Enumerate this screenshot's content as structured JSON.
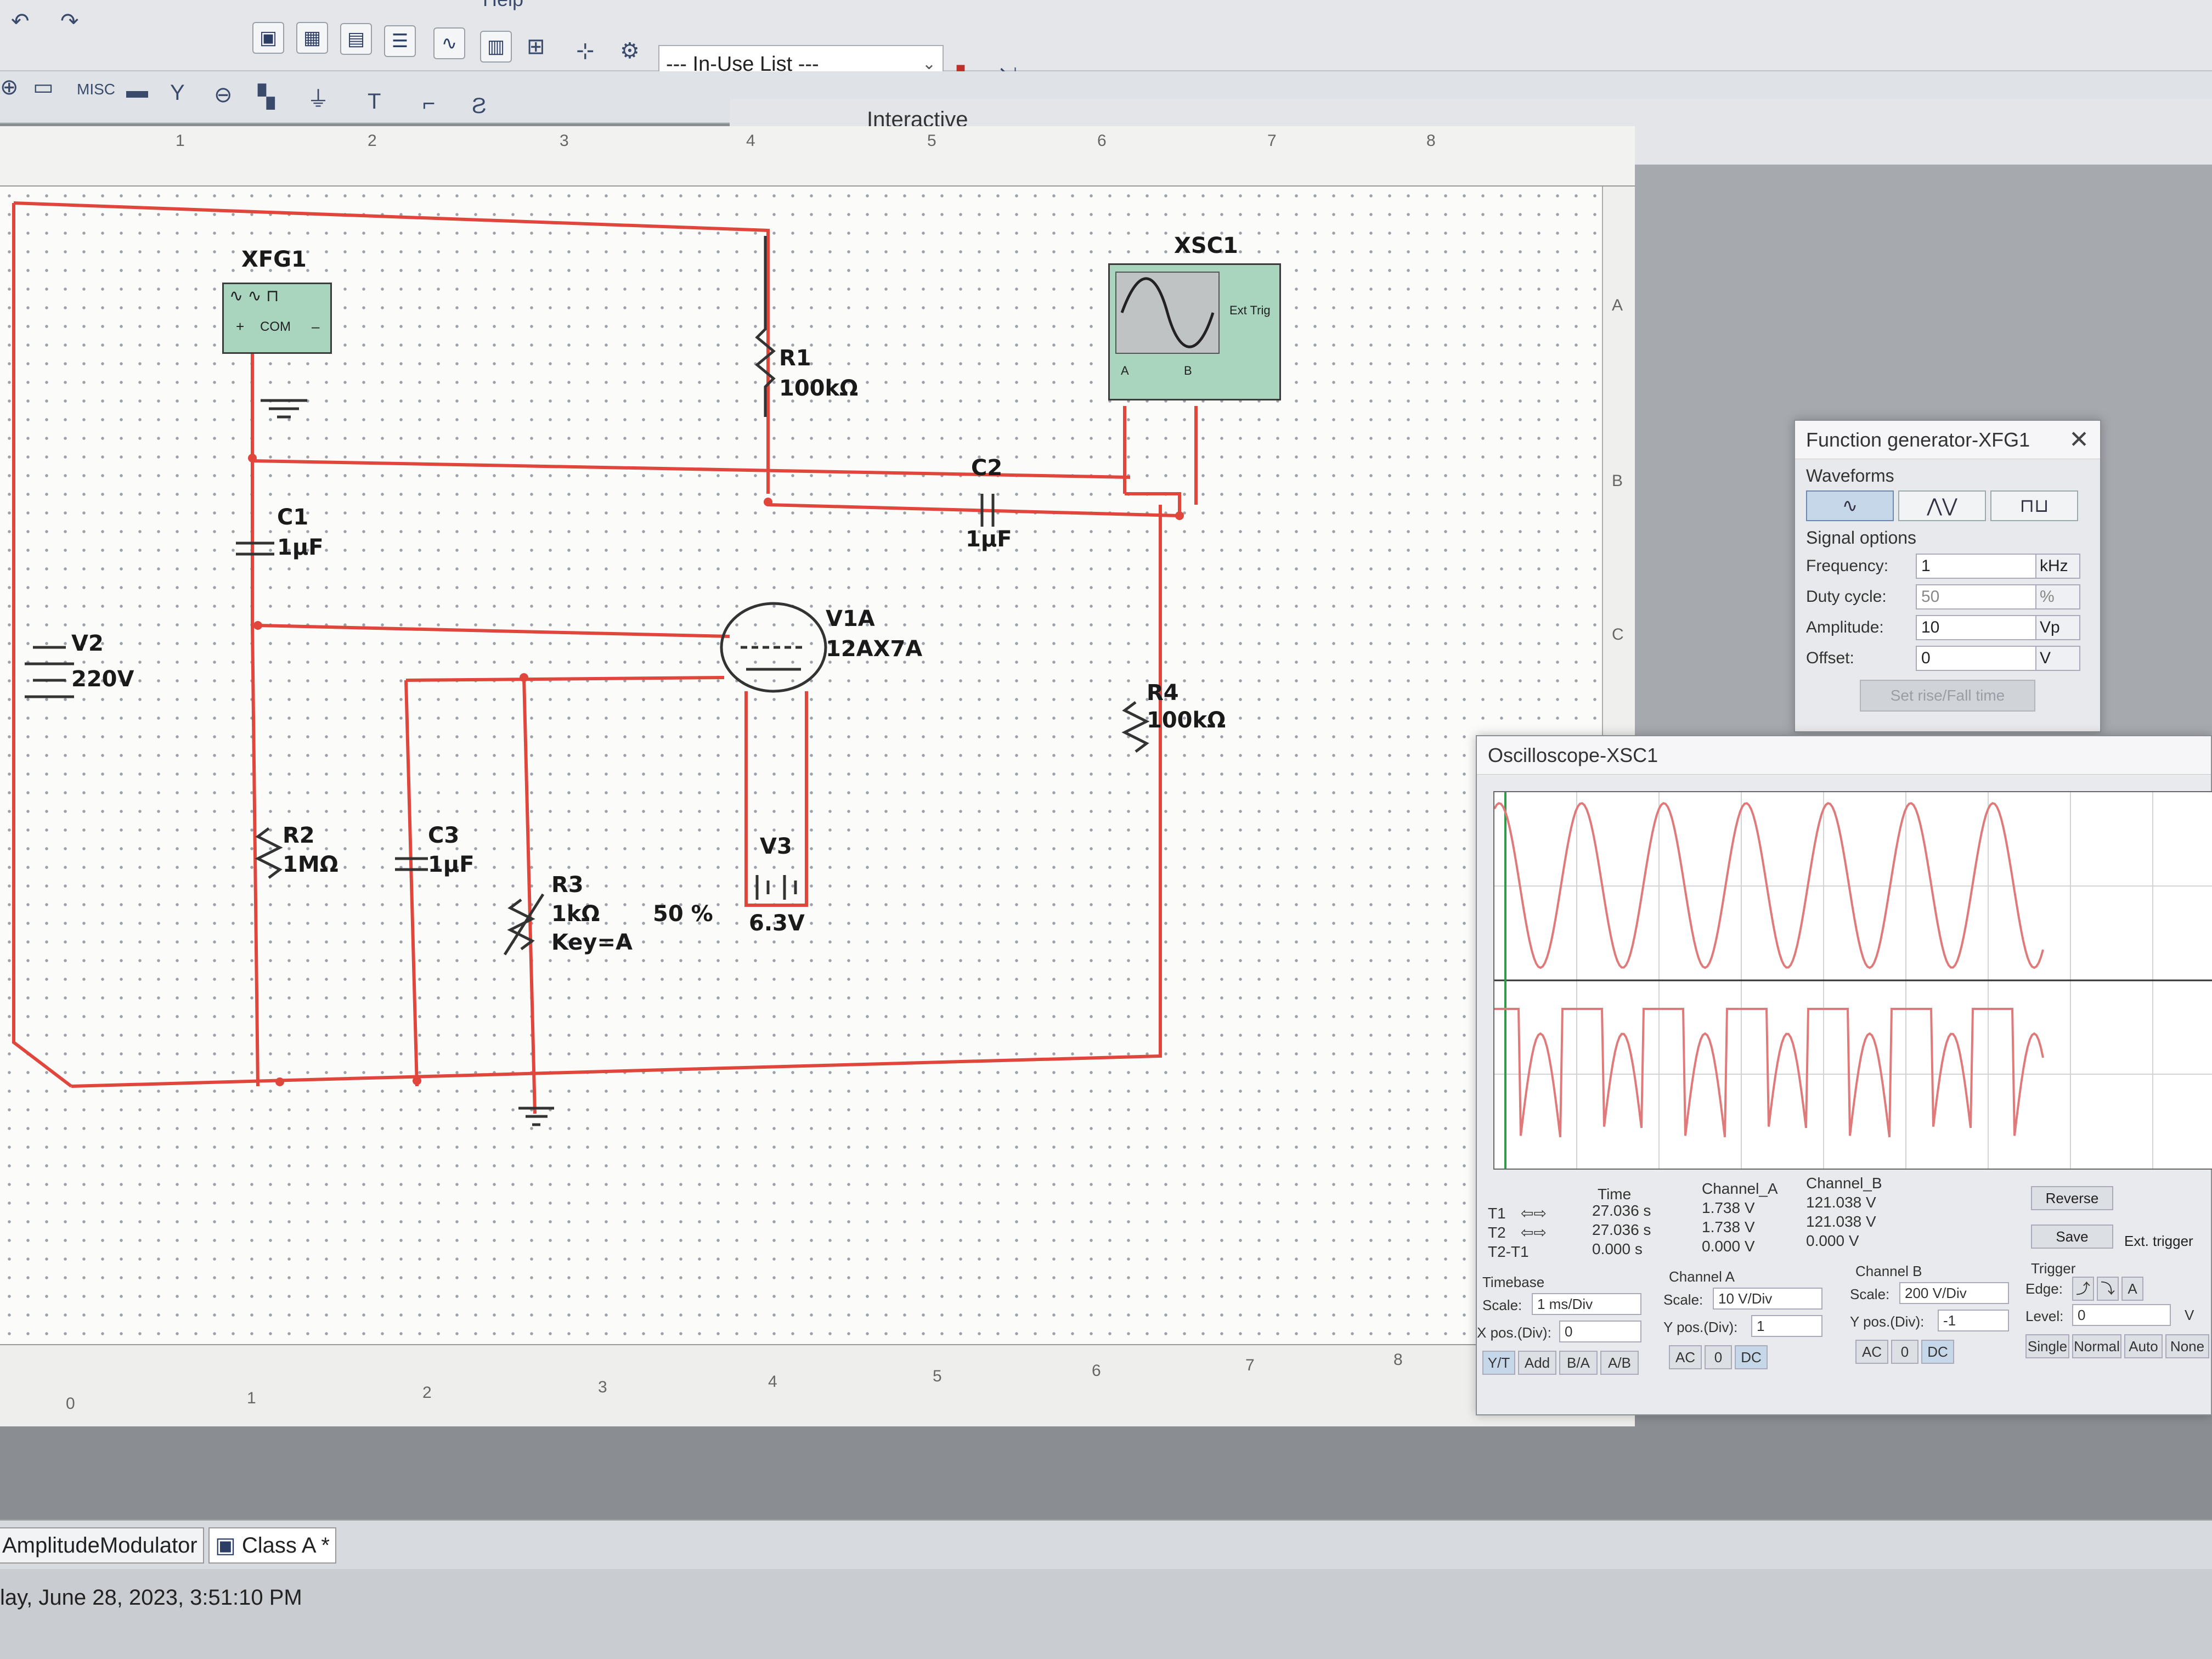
{
  "toolbar": {
    "in_use_list": "--- In-Use List ---",
    "misc_label": "MISC",
    "sim_mode": "Interactive",
    "menu_partial": "Help"
  },
  "schematic": {
    "xfg1": {
      "name": "XFG1",
      "com": "COM",
      "plus": "+",
      "minus": "–"
    },
    "xsc1": {
      "name": "XSC1",
      "ext_trig": "Ext Trig",
      "ch_a": "A",
      "ch_b": "B"
    },
    "r1": {
      "name": "R1",
      "value": "100kΩ"
    },
    "c1": {
      "name": "C1",
      "value": "1µF"
    },
    "c2": {
      "name": "C2",
      "value": "1µF"
    },
    "c3": {
      "name": "C3",
      "value": "1µF"
    },
    "v1a": {
      "name": "V1A",
      "value": "12AX7A"
    },
    "v2": {
      "name": "V2",
      "value": "220V"
    },
    "r2": {
      "name": "R2",
      "value": "1MΩ"
    },
    "r3": {
      "name": "R3",
      "value": "1kΩ",
      "key": "Key=A",
      "percent": "50 %"
    },
    "v3": {
      "name": "V3",
      "value": "6.3V"
    },
    "r4": {
      "name": "R4",
      "value": "100kΩ"
    }
  },
  "ruler_top": [
    "1",
    "2",
    "3",
    "4",
    "5",
    "6",
    "7",
    "8"
  ],
  "ruler_bottom": [
    "0",
    "1",
    "2",
    "3",
    "4",
    "5",
    "6",
    "7",
    "8"
  ],
  "ruler_right": [
    "A",
    "B",
    "C"
  ],
  "function_generator": {
    "title": "Function generator-XFG1",
    "waveforms_label": "Waveforms",
    "signal_options_label": "Signal options",
    "fields": [
      {
        "label": "Frequency:",
        "value": "1",
        "unit": "kHz"
      },
      {
        "label": "Duty cycle:",
        "value": "50",
        "unit": "%"
      },
      {
        "label": "Amplitude:",
        "value": "10",
        "unit": "Vp"
      },
      {
        "label": "Offset:",
        "value": "0",
        "unit": "V"
      }
    ],
    "rise_fall_button": "Set rise/Fall time"
  },
  "oscilloscope": {
    "title": "Oscilloscope-XSC1",
    "readout": {
      "headers": [
        "Time",
        "Channel_A",
        "Channel_B"
      ],
      "rows": [
        {
          "label": "T1",
          "time": "27.036 s",
          "a": "1.738 V",
          "b": "121.038 V"
        },
        {
          "label": "T2",
          "time": "27.036 s",
          "a": "1.738 V",
          "b": "121.038 V"
        },
        {
          "label": "T2-T1",
          "time": "0.000 s",
          "a": "0.000 V",
          "b": "0.000 V"
        }
      ]
    },
    "reverse_button": "Reverse",
    "save_button": "Save",
    "ext_trigger": "Ext. trigger",
    "timebase": {
      "label": "Timebase",
      "scale_label": "Scale:",
      "scale": "1 ms/Div",
      "xpos_label": "X pos.(Div):",
      "xpos": "0",
      "modes": [
        "Y/T",
        "Add",
        "B/A",
        "A/B"
      ]
    },
    "channel_a": {
      "label": "Channel A",
      "scale_label": "Scale:",
      "scale": "10 V/Div",
      "ypos_label": "Y pos.(Div):",
      "ypos": "1",
      "coupling": [
        "AC",
        "0",
        "DC"
      ]
    },
    "channel_b": {
      "label": "Channel B",
      "scale_label": "Scale:",
      "scale": "200 V/Div",
      "ypos_label": "Y pos.(Div):",
      "ypos": "-1",
      "coupling": [
        "AC",
        "0",
        "DC"
      ]
    },
    "trigger": {
      "label": "Trigger",
      "edge_label": "Edge:",
      "level_label": "Level:",
      "level": "0",
      "level_unit": "V",
      "modes": [
        "Single",
        "Normal",
        "Auto",
        "None"
      ],
      "edge_a": "A"
    }
  },
  "tabs": [
    "AmplitudeModulator",
    "Class A *"
  ],
  "status": "lay, June 28, 2023, 3:51:10 PM",
  "colors": {
    "wire": "#e0463c",
    "instrument": "#a9d4bd",
    "trace": "#e07a7a"
  }
}
